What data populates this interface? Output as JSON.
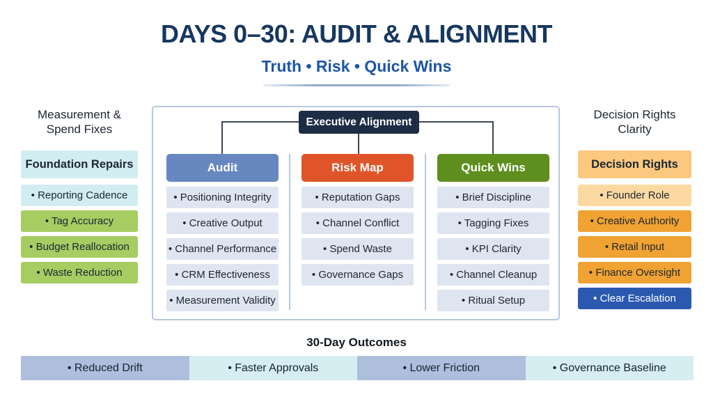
{
  "colors": {
    "title": "#16375f",
    "subtitle": "#1d55a6",
    "panel-border": "#b6c8de",
    "connector": "#3d4654",
    "exec-bg": "#1f2c45",
    "audit": "#6787c1",
    "risk": "#df5529",
    "wins": "#5e8e1e",
    "item-grey": "#dfe5f0",
    "cyan": "#d2edf2",
    "green": "#a6cd62",
    "orange-light": "#fac87e",
    "orange-lighter": "#fdd9a2",
    "orange": "#f0a232",
    "blue": "#2b59b0",
    "periwinkle": "#aebfde",
    "footer-cyan": "#d6eef2"
  },
  "header": {
    "title": "DAYS 0–30: AUDIT & ALIGNMENT",
    "subtitle": "Truth • Risk • Quick Wins"
  },
  "left": {
    "caption_line1": "Measurement &",
    "caption_line2": "Spend Fixes",
    "header": "Foundation Repairs",
    "items": [
      {
        "label": "• Reporting Cadence"
      },
      {
        "label": "• Tag Accuracy"
      },
      {
        "label": "• Budget Reallocation"
      },
      {
        "label": "• Waste Reduction"
      }
    ]
  },
  "center": {
    "exec_label": "Executive Alignment",
    "columns": [
      {
        "header": "Audit",
        "items": [
          "• Positioning Integrity",
          "• Creative Output",
          "• Channel Performance",
          "• CRM Effectiveness",
          "• Measurement Validity"
        ]
      },
      {
        "header": "Risk Map",
        "items": [
          "• Reputation Gaps",
          "• Channel Conflict",
          "• Spend Waste",
          "• Governance Gaps"
        ]
      },
      {
        "header": "Quick Wins",
        "items": [
          "• Brief Discipline",
          "• Tagging Fixes",
          "• KPI Clarity",
          "• Channel Cleanup",
          "• Ritual Setup"
        ]
      }
    ]
  },
  "right": {
    "caption_line1": "Decision Rights",
    "caption_line2": "Clarity",
    "header": "Decision Rights",
    "items": [
      {
        "label": "• Founder Role"
      },
      {
        "label": "• Creative Authority"
      },
      {
        "label": "• Retail Input"
      },
      {
        "label": "• Finance Oversight"
      },
      {
        "label": "• Clear Escalation"
      }
    ]
  },
  "footer": {
    "title": "30-Day Outcomes",
    "segments": [
      {
        "label": "• Reduced Drift"
      },
      {
        "label": "• Faster Approvals"
      },
      {
        "label": "• Lower Friction"
      },
      {
        "label": "• Governance Baseline"
      }
    ]
  }
}
